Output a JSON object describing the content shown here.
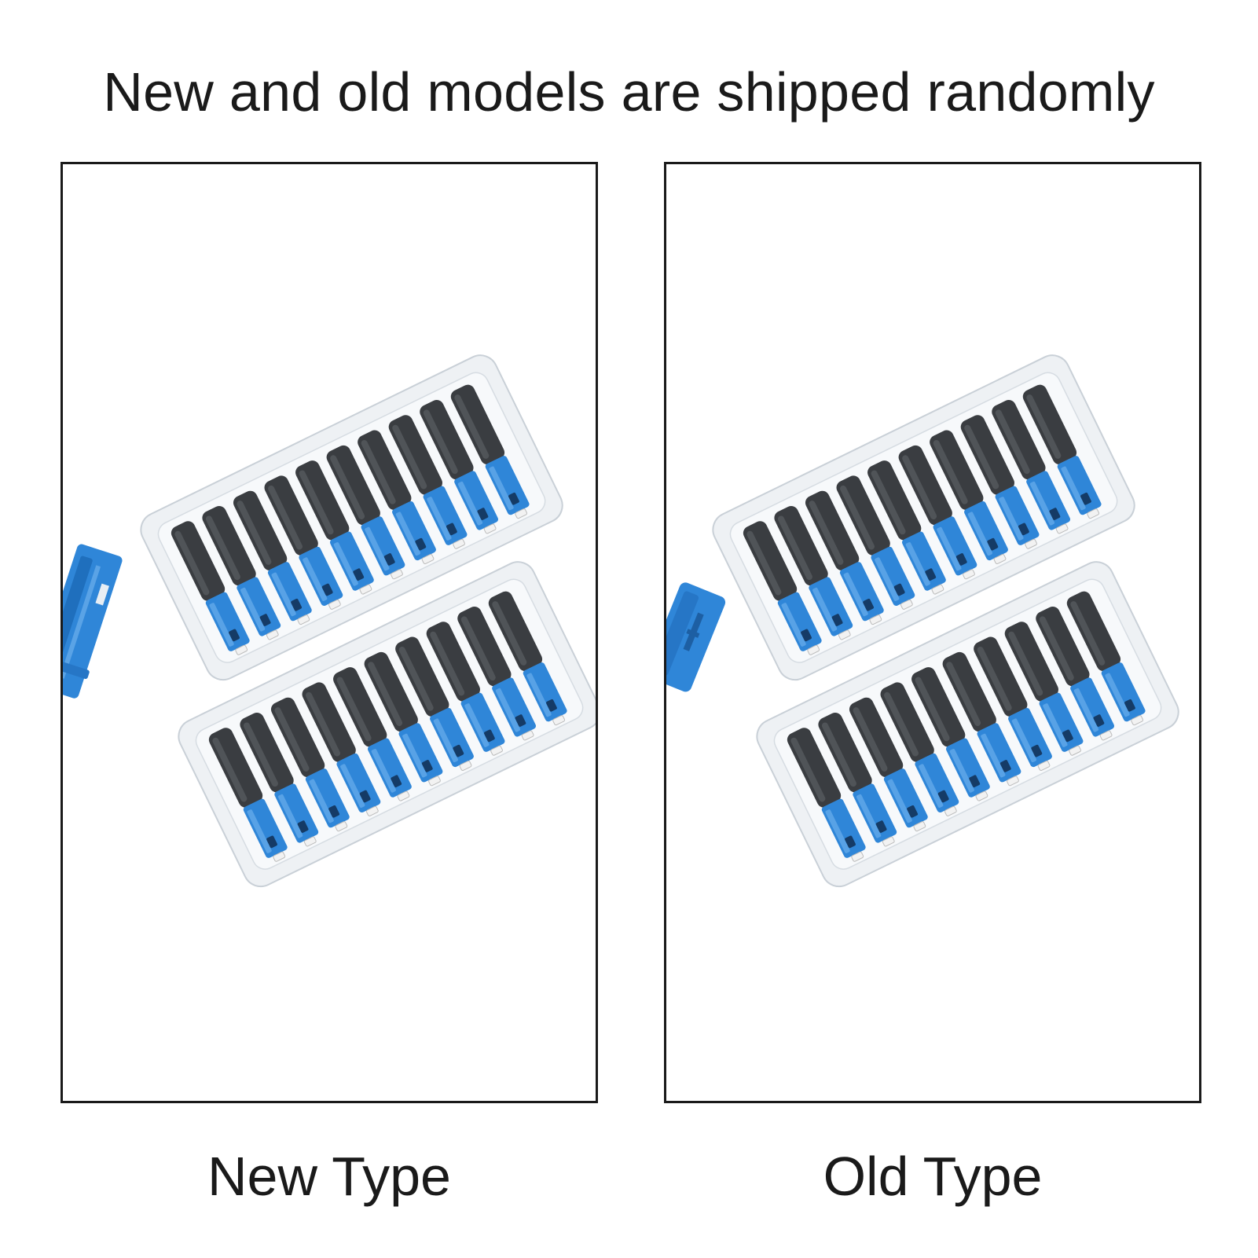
{
  "headline": "New and old models are shipped randomly",
  "panels": [
    {
      "id": "new",
      "caption": "New Type",
      "tool": "long-blue-assembly-tool"
    },
    {
      "id": "old",
      "caption": "Old Type",
      "tool": "short-blue-assembly-tool"
    }
  ],
  "trays": {
    "count_per_panel": 2,
    "connectors_per_tray": 10
  },
  "colors": {
    "connector_blue": "#2f86d8",
    "connector_body": "#3a3d41",
    "tray": "#eef1f4",
    "border": "#1a1a1a"
  }
}
